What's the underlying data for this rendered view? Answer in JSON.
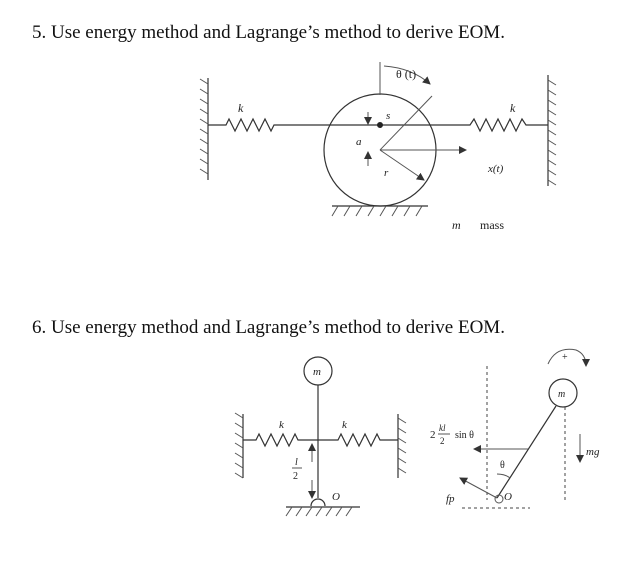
{
  "problem5": {
    "heading": "5. Use energy method and Lagrange’s method to derive EOM.",
    "labels": {
      "theta": "θ (t)",
      "k_left": "k",
      "k_right": "k",
      "s": "s",
      "a": "a",
      "r": "r",
      "x": "x(t)",
      "m": "m",
      "mass": "mass"
    }
  },
  "problem6": {
    "heading": "6. Use energy method and Lagrange’s method to derive EOM.",
    "labels": {
      "m_left": "m",
      "k_left": "k",
      "k_right": "k",
      "l_num": "l",
      "l_den": "2",
      "O_left": "O",
      "m_right": "m",
      "plus": "+",
      "force_coef": "2",
      "force_num": "kl",
      "force_den": "2",
      "force_sin": "sin θ",
      "theta": "θ",
      "mg": "mg",
      "fp": "fp",
      "O_right": "O"
    }
  }
}
